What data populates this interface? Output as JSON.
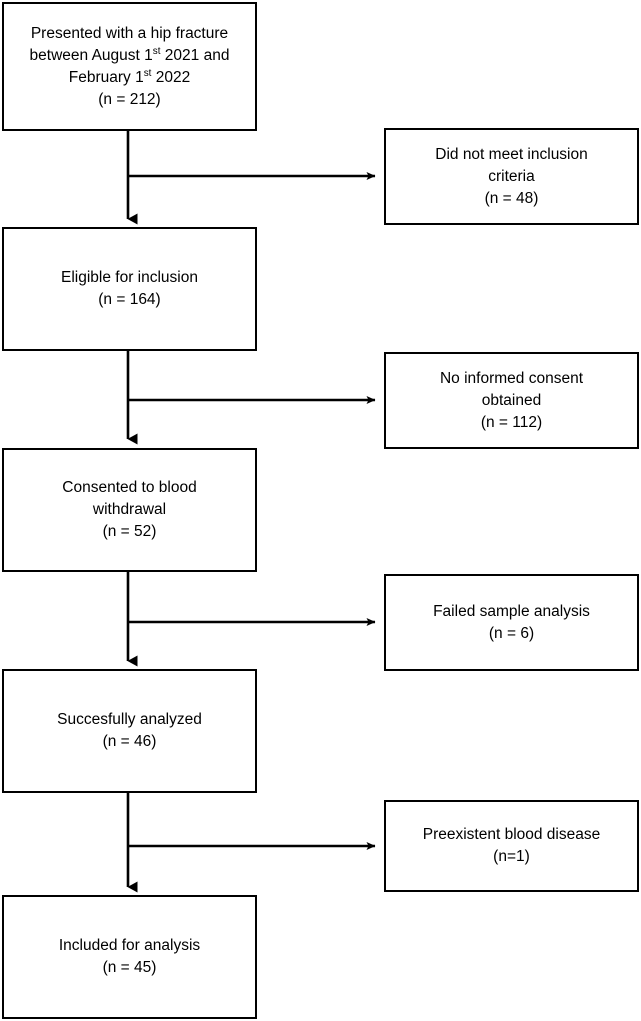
{
  "figure": {
    "type": "flowchart",
    "kind": "participant-flow-diagram",
    "stroke_color": "#000000",
    "background_color": "#ffffff",
    "text_color": "#000000"
  },
  "main_nodes": [
    {
      "id": "presented",
      "line1": "Presented with a hip fracture",
      "line2_a": "between August 1",
      "line2_sup": "st",
      "line2_b": " 2021 and",
      "line3_a": "February 1",
      "line3_sup": "st",
      "line3_b": " 2022",
      "count_label": "(n = 212)",
      "n": 212
    },
    {
      "id": "eligible",
      "line1": "Eligible for inclusion",
      "count_label": "(n = 164)",
      "n": 164
    },
    {
      "id": "consented",
      "line1": "Consented to blood",
      "line2": "withdrawal",
      "count_label": "(n = 52)",
      "n": 52
    },
    {
      "id": "analyzed",
      "line1": "Succesfully analyzed",
      "count_label": "(n = 46)",
      "n": 46
    },
    {
      "id": "included",
      "line1": "Included for analysis",
      "count_label": "(n = 45)",
      "n": 45
    }
  ],
  "exclusion_nodes": [
    {
      "id": "not-inclusion",
      "line1": "Did not meet inclusion",
      "line2": "criteria",
      "count_label": "(n = 48)",
      "n": 48
    },
    {
      "id": "no-consent",
      "line1": "No informed consent",
      "line2": "obtained",
      "count_label": "(n = 112)",
      "n": 112
    },
    {
      "id": "failed-sample",
      "line1": "Failed sample analysis",
      "count_label": "(n = 6)",
      "n": 6
    },
    {
      "id": "blood-disease",
      "line1": "Preexistent blood disease",
      "count_label": "(n=1)",
      "n": 1
    }
  ],
  "chart_data": {
    "type": "flow",
    "title": "",
    "stages": [
      {
        "label": "Presented with a hip fracture between August 1st 2021 and February 1st 2022",
        "n": 212
      },
      {
        "label": "Eligible for inclusion",
        "n": 164
      },
      {
        "label": "Consented to blood withdrawal",
        "n": 52
      },
      {
        "label": "Succesfully analyzed",
        "n": 46
      },
      {
        "label": "Included for analysis",
        "n": 45
      }
    ],
    "exclusions": [
      {
        "after_stage": "Presented with a hip fracture",
        "label": "Did not meet inclusion criteria",
        "n": 48
      },
      {
        "after_stage": "Eligible for inclusion",
        "label": "No informed consent obtained",
        "n": 112
      },
      {
        "after_stage": "Consented to blood withdrawal",
        "label": "Failed sample analysis",
        "n": 6
      },
      {
        "after_stage": "Succesfully analyzed",
        "label": "Preexistent blood disease",
        "n": 1
      }
    ]
  }
}
